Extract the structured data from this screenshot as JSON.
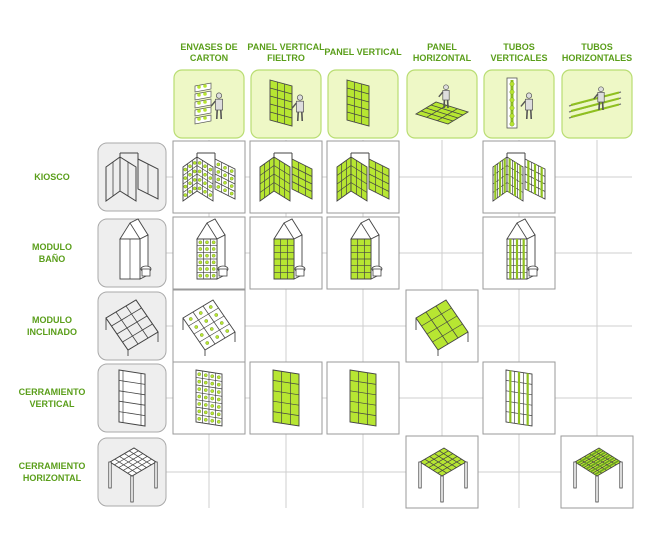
{
  "columns": [
    {
      "id": "envases",
      "label_lines": [
        "ENVASES DE",
        "CARTON"
      ]
    },
    {
      "id": "fieltro",
      "label_lines": [
        "PANEL VERTICAL",
        "FIELTRO"
      ]
    },
    {
      "id": "panelv",
      "label_lines": [
        "PANEL VERTICAL"
      ]
    },
    {
      "id": "panelh",
      "label_lines": [
        "PANEL",
        "HORIZONTAL"
      ]
    },
    {
      "id": "tubosv",
      "label_lines": [
        "TUBOS",
        "VERTICALES"
      ]
    },
    {
      "id": "tubosh",
      "label_lines": [
        "TUBOS",
        "HORIZONTALES"
      ]
    }
  ],
  "rows": [
    {
      "id": "kiosco",
      "label_lines": [
        "KIOSCO"
      ],
      "cells": [
        true,
        true,
        true,
        false,
        true,
        false
      ]
    },
    {
      "id": "bano",
      "label_lines": [
        "MODULO",
        "BAÑO"
      ],
      "cells": [
        true,
        true,
        true,
        false,
        true,
        false
      ]
    },
    {
      "id": "inclinado",
      "label_lines": [
        "MODULO",
        "INCLINADO"
      ],
      "cells": [
        true,
        false,
        false,
        true,
        false,
        false
      ]
    },
    {
      "id": "cerrv",
      "label_lines": [
        "CERRAMIENTO",
        "VERTICAL"
      ],
      "cells": [
        true,
        true,
        true,
        false,
        true,
        false
      ]
    },
    {
      "id": "cerrh",
      "label_lines": [
        "CERRAMIENTO",
        "HORIZONTAL"
      ],
      "cells": [
        false,
        false,
        false,
        true,
        false,
        true
      ]
    }
  ],
  "colors": {
    "label_green": "#5a9e1a",
    "plant_green": "#b7e632",
    "header_fill": "#eef8c6",
    "header_border": "#b9dd72",
    "grid_line": "#cfcfcf",
    "cell_border": "#9a9a9a"
  },
  "icons": [
    "carton-containers-icon",
    "felt-panel-icon",
    "vertical-panel-icon",
    "horizontal-panel-icon",
    "vertical-tubes-icon",
    "horizontal-tubes-icon",
    "kiosk-structure-icon",
    "bathroom-module-icon",
    "inclined-module-icon",
    "vertical-enclosure-icon",
    "horizontal-enclosure-icon"
  ]
}
